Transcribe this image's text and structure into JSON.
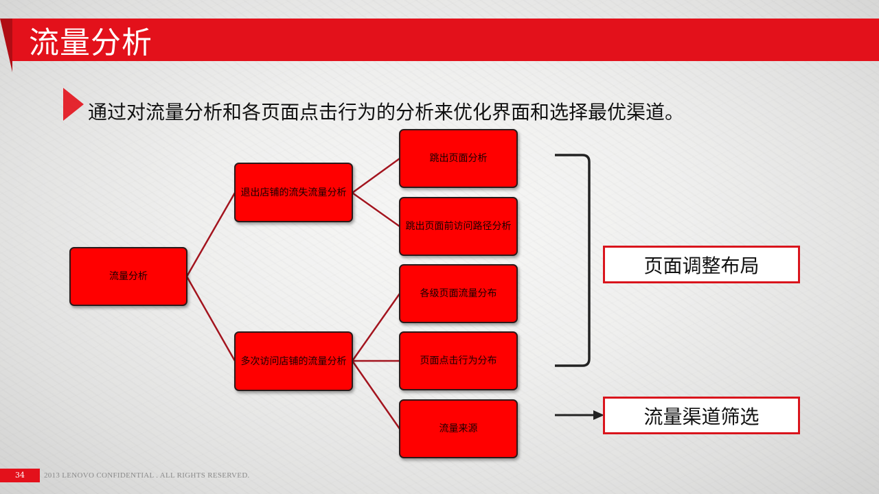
{
  "slide": {
    "title": "流量分析",
    "subtitle": "通过对流量分析和各页面点击行为的分析来优化界面和选择最优渠道。",
    "page_number": "34",
    "footer": "2013  LENOVO   CONFIDENTIAL .   ALL  RIGHTS   RESERVED.",
    "accent_color": "#e3111b"
  },
  "diagram": {
    "root": "流量分析",
    "branches": [
      "退出店铺的流失流量分析",
      "多次访问店铺的流量分析"
    ],
    "leaves": [
      "跳出页面分析",
      "跳出页面前访问路径分析",
      "各级页面流量分布",
      "页面点击行为分布",
      "流量来源"
    ],
    "results": [
      "页面调整布局",
      "流量渠道筛选"
    ],
    "icons": [
      "bullet-arrow-icon",
      "bracket",
      "arrow-right-icon"
    ]
  }
}
